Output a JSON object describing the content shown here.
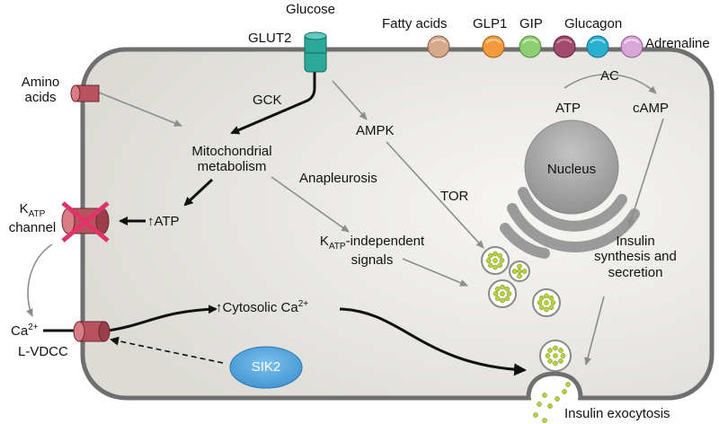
{
  "labels": {
    "glucose": "Glucose",
    "glut2": "GLUT2",
    "fatty_acids": "Fatty acids",
    "glp1": "GLP1",
    "gip": "GIP",
    "glucagon": "Glucagon",
    "adrenaline": "Adrenaline",
    "amino_acids_1": "Amino",
    "amino_acids_2": "acids",
    "gck": "GCK",
    "mito_1": "Mitochondrial",
    "mito_2": "metabolism",
    "ampk": "AMPK",
    "anapleurosis": "Anapleurosis",
    "tor": "TOR",
    "ac": "AC",
    "atp_top": "ATP",
    "camp": "cAMP",
    "nucleus": "Nucleus",
    "katp_k": "K",
    "katp_sub": "ATP",
    "katp_channel": "channel",
    "atp_up": "ATP",
    "up_arrow": "↑",
    "katp_indep_k": "K",
    "katp_indep_sub": "ATP",
    "katp_indep_rest": "-independent",
    "signals": "signals",
    "insulin_1": "Insulin",
    "insulin_2": "synthesis and",
    "insulin_3": "secretion",
    "ca": "Ca",
    "ca_sup": "2+",
    "lvdcc": "L-VDCC",
    "cytosolic": "Cytosolic Ca",
    "cytosolic_sup": "2+",
    "sik2": "SIK2",
    "exocytosis": "Insulin exocytosis"
  },
  "colors": {
    "cell_fill": "#e6e5e1",
    "cell_border": "#6f6f6f",
    "glut2": "#2aa89a",
    "channel": "#b8535d",
    "fatty_acids": "#d6a98a",
    "glp1": "#f29a3c",
    "gip": "#8fcf74",
    "glucagon": "#a14a6b",
    "glucagon_teal": "#2aaed0",
    "adrenaline": "#d9a6d8",
    "sik2": "#4aa3dc",
    "granule": "#b9cf3c",
    "cross": "#e0336a"
  }
}
